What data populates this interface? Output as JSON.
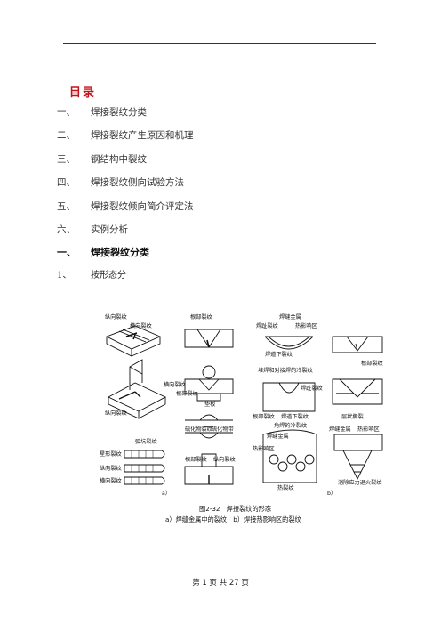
{
  "toc": {
    "title": "目录",
    "items": [
      {
        "num": "一、",
        "label": "焊接裂纹分类"
      },
      {
        "num": "二、",
        "label": "焊接裂纹产生原因和机理"
      },
      {
        "num": "三、",
        "label": "钢结构中裂纹"
      },
      {
        "num": "四、",
        "label": "焊接裂纹侧向试验方法"
      },
      {
        "num": "五、",
        "label": "焊接裂纹倾向简介评定法"
      },
      {
        "num": "六、",
        "label": "实例分析"
      }
    ]
  },
  "section": {
    "num": "一、",
    "title": "焊接裂纹分类"
  },
  "subsection": {
    "num": "1、",
    "title": "按形态分"
  },
  "figure": {
    "labels": {
      "longitudinal_crack": "纵向裂纹",
      "transverse_crack": "横向裂纹",
      "root_crack": "根部裂纹",
      "weld_metal": "焊缝金属",
      "weld_crack": "焊趾裂纹",
      "haz": "热影响区",
      "under_bead_crack": "焊道下裂纹",
      "cold_crack_butt": "堆焊和对接焊的冷裂纹",
      "root_crack_2": "根部裂纹",
      "transverse_crack_2": "横向裂纹",
      "root_crack_3": "根部裂纹",
      "backing_plate": "垫板",
      "toe_crack": "焊趾裂纹",
      "root_crack_4": "根部裂纹",
      "under_bead_crack_2": "焊道下裂纹",
      "lamellar_tear": "层状撕裂",
      "fillet_cold_crack": "角焊的冷裂纹",
      "longitudinal_crack_2": "纵向裂纹",
      "sulfide_crack": "硫化物裂纹",
      "sulfide_band": "硫化物带",
      "weld_metal_2": "焊缝金属",
      "haz_2": "热影响区",
      "weld_metal_3": "焊缝金属",
      "haz_3": "热影响区",
      "crater_crack": "弧坑裂纹",
      "star_crack": "星形裂纹",
      "crater_longitudinal": "纵向裂纹",
      "crater_transverse": "横向裂纹",
      "root_crack_5": "根部裂纹",
      "longitudinal_crack_3": "纵向裂纹",
      "hot_crack": "热裂纹",
      "stress_relief_crack": "消除应力退火裂纹",
      "panel_a": "a）",
      "panel_b": "b）"
    },
    "caption_title": "图2-32　焊接裂纹的形态",
    "caption_sub": "a）焊缝金属中的裂纹　b）焊接热影响区的裂纹"
  },
  "footer": {
    "text": "第 1 页 共 27 页"
  }
}
